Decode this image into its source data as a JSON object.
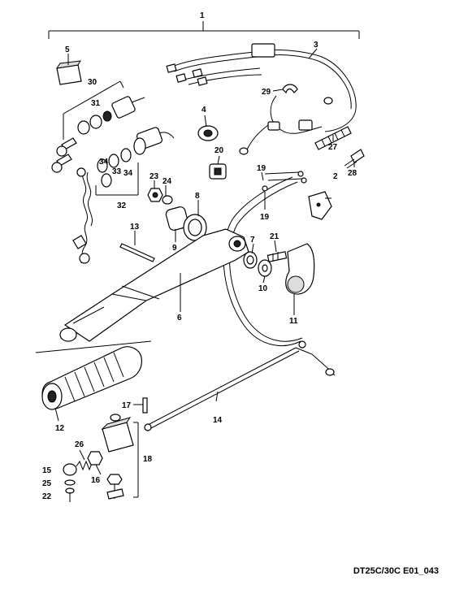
{
  "caption": "DT25C/30C E01_043",
  "labels": {
    "l1": "1",
    "l2": "2",
    "l3": "3",
    "l4": "4",
    "l5": "5",
    "l6": "6",
    "l7": "7",
    "l8": "8",
    "l9": "9",
    "l10": "10",
    "l11": "11",
    "l12": "12",
    "l13": "13",
    "l14": "14",
    "l15": "15",
    "l16": "16",
    "l17": "17",
    "l18": "18",
    "l19a": "19",
    "l19b": "19",
    "l20": "20",
    "l21": "21",
    "l22": "22",
    "l23": "23",
    "l24": "24",
    "l25": "25",
    "l26": "26",
    "l27": "27",
    "l28": "28",
    "l29": "29",
    "l30": "30",
    "l31": "31",
    "l32": "32",
    "l33": "33",
    "l34a": "34",
    "l34b": "34"
  }
}
